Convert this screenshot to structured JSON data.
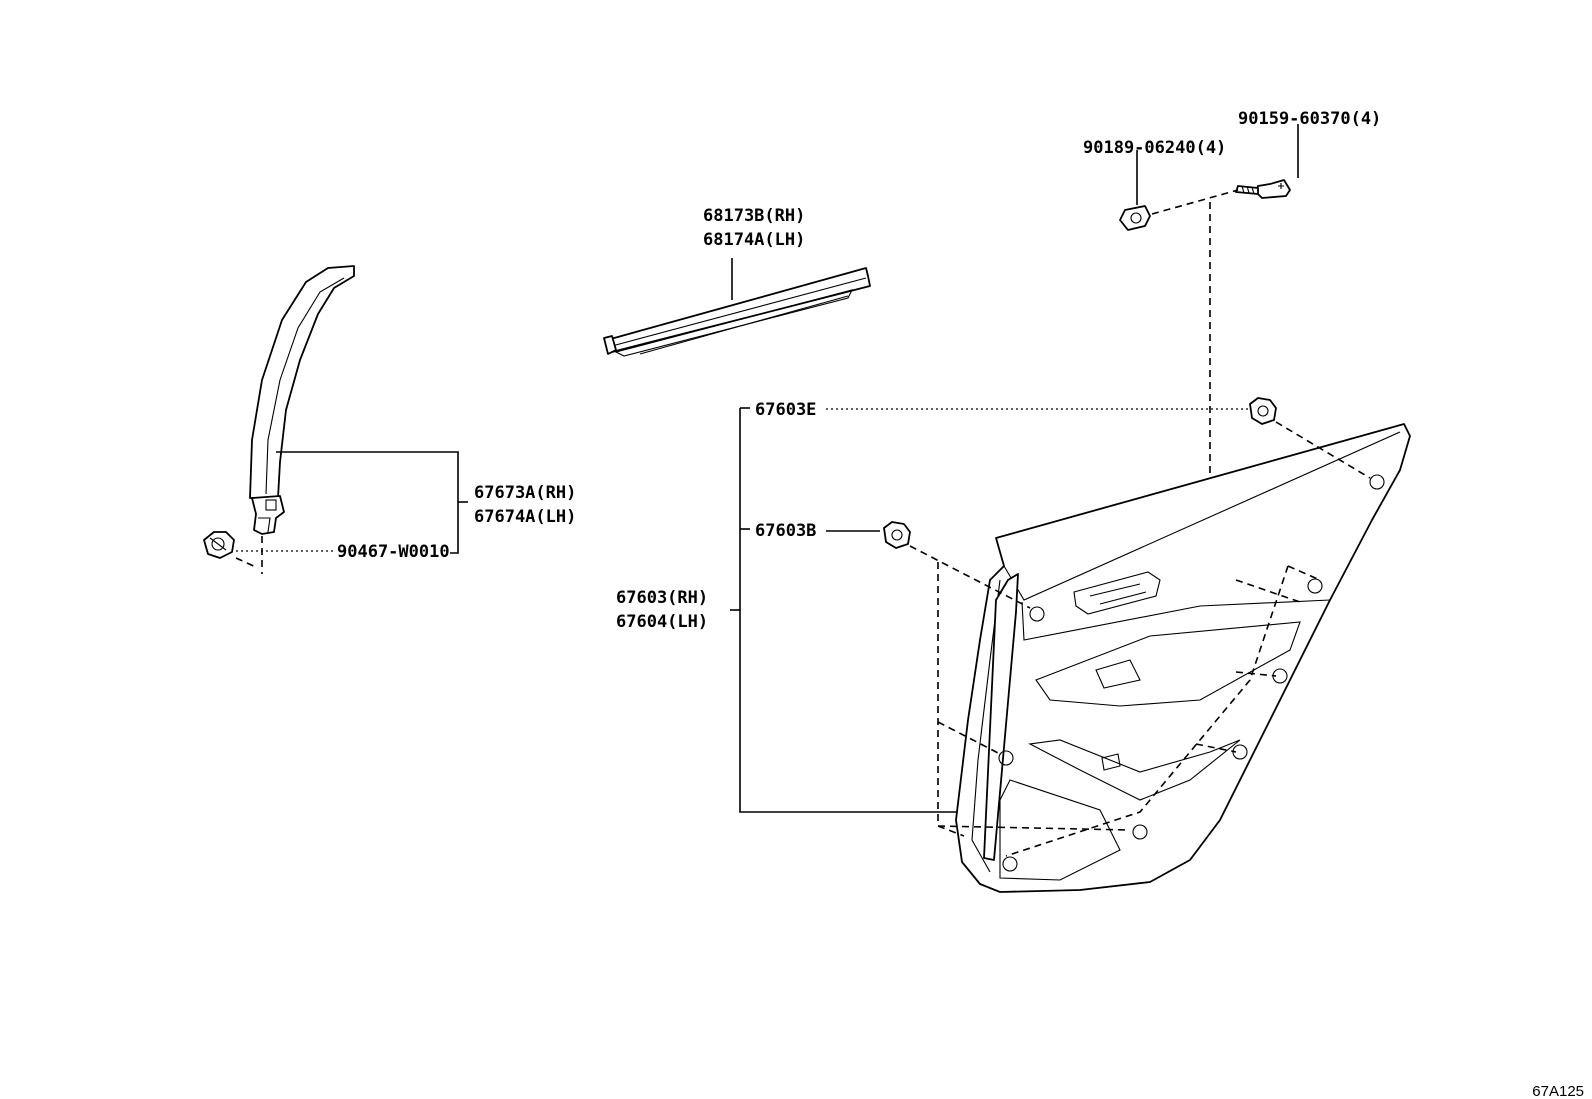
{
  "labels": {
    "clip_90159": "90159-60370(4)",
    "nut_90189": "90189-06240(4)",
    "weatherstrip_rh": "68173B(RH)",
    "weatherstrip_lh": "68174A(LH)",
    "clip_67603E": "67603E",
    "clip_67603B": "67603B",
    "panel_rh": "67603(RH)",
    "panel_lh": "67604(LH)",
    "garnish_rh": "67673A(RH)",
    "garnish_lh": "67674A(LH)",
    "clip_90467": "90467-W0010"
  },
  "figure_id": "67A125"
}
